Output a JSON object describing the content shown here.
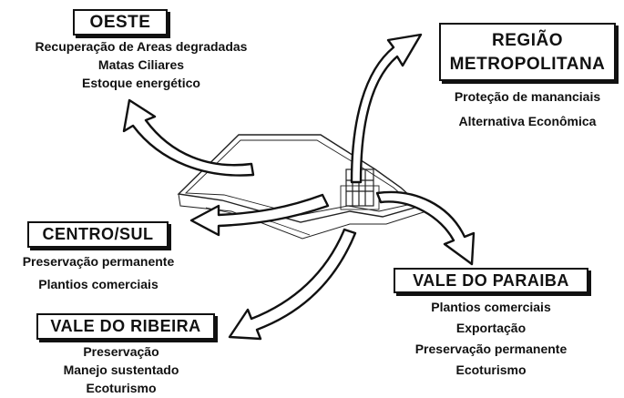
{
  "regions": {
    "oeste": {
      "title": "OESTE",
      "items": [
        "Recuperação de Areas degradadas",
        "Matas Ciliares",
        "Estoque energético"
      ]
    },
    "metropolitana": {
      "title_line1": "REGIÃO",
      "title_line2": "METROPOLITANA",
      "items": [
        "Proteção de mananciais",
        "Alternativa Econômica"
      ]
    },
    "centro_sul": {
      "title": "CENTRO/SUL",
      "items": [
        "Preservação permanente",
        "Plantios comerciais"
      ]
    },
    "vale_ribeira": {
      "title": "VALE DO RIBEIRA",
      "items": [
        "Preservação",
        "Manejo sustentado",
        "Ecoturismo"
      ]
    },
    "vale_paraiba": {
      "title": "VALE DO PARAIBA",
      "items": [
        "Plantios comerciais",
        "Exportação",
        "Preservação permanente",
        "Ecoturismo"
      ]
    }
  },
  "colors": {
    "ink": "#111111",
    "paper": "#ffffff"
  }
}
